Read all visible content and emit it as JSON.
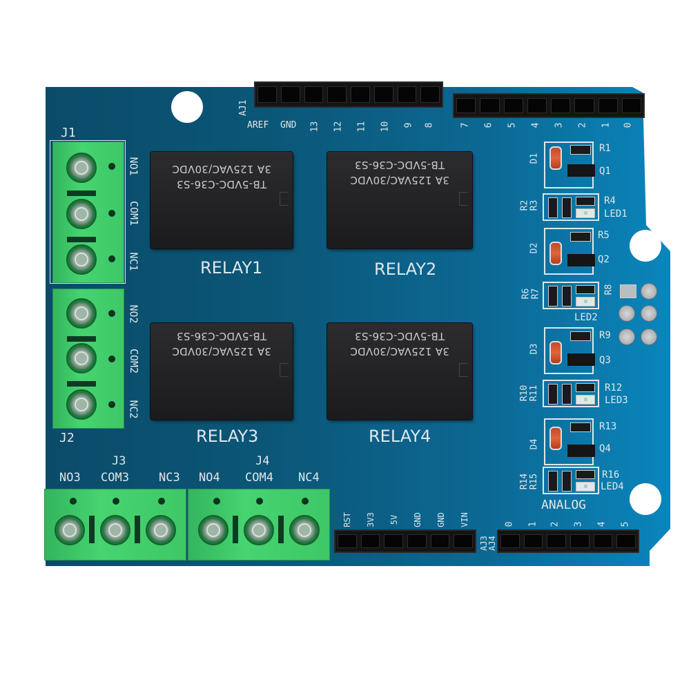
{
  "image": {
    "subject": "4-channel relay shield PCB",
    "board_color": "#0c5a7c",
    "terminal_color": "#3ec766"
  },
  "digital_header": {
    "label": "AJ1",
    "pins_left": [
      "AREF",
      "GND",
      "13",
      "12",
      "11",
      "10",
      "9",
      "8"
    ],
    "pins_right": [
      "7",
      "6",
      "5",
      "4",
      "3",
      "2",
      "1",
      "0"
    ]
  },
  "terminals": {
    "j1": {
      "label": "J1",
      "pins": [
        "NO1",
        "COM1",
        "NC1"
      ]
    },
    "j2": {
      "label": "J2",
      "pins": [
        "NO2",
        "COM2",
        "NC2"
      ]
    },
    "j3": {
      "label": "J3",
      "pins": [
        "NO3",
        "COM3",
        "NC3"
      ]
    },
    "j4": {
      "label": "J4",
      "pins": [
        "NO4",
        "COM4",
        "NC4"
      ]
    }
  },
  "relays": [
    {
      "label": "RELAY1",
      "line1": "TB-5VDC-C36-S3",
      "line2": "3A 125VAC/30VDC"
    },
    {
      "label": "RELAY2",
      "line1": "TB-5VDC-C36-S3",
      "line2": "3A 125VAC/30VDC"
    },
    {
      "label": "RELAY3",
      "line1": "TB-5VDC-C36-S3",
      "line2": "3A 125VAC/30VDC"
    },
    {
      "label": "RELAY4",
      "line1": "TB-5VDC-C36-S3",
      "line2": "3A 125VAC/30VDC"
    }
  ],
  "channels": [
    {
      "diode": "D1",
      "r_top": "R1",
      "transistor": "Q1",
      "r_a": "R2",
      "r_b": "R3",
      "r_led": "R4",
      "led": "LED1"
    },
    {
      "diode": "D2",
      "r_top": "R5",
      "transistor": "Q2",
      "r_a": "R6",
      "r_b": "R7",
      "r_led": "R8",
      "led": "LED2"
    },
    {
      "diode": "D3",
      "r_top": "R9",
      "transistor": "Q3",
      "r_a": "R10",
      "r_b": "R11",
      "r_led": "R12",
      "led": "LED3"
    },
    {
      "diode": "D4",
      "r_top": "R13",
      "transistor": "Q4",
      "r_a": "R14",
      "r_b": "R15",
      "r_led": "R16",
      "led": "LED4"
    }
  ],
  "power_header": {
    "label": "AJ3",
    "pins": [
      "RST",
      "3V3",
      "5V",
      "GND",
      "GND",
      "VIN"
    ]
  },
  "analog_header": {
    "label": "AJ4",
    "title": "ANALOG",
    "pins": [
      "0",
      "1",
      "2",
      "3",
      "4",
      "5"
    ]
  }
}
